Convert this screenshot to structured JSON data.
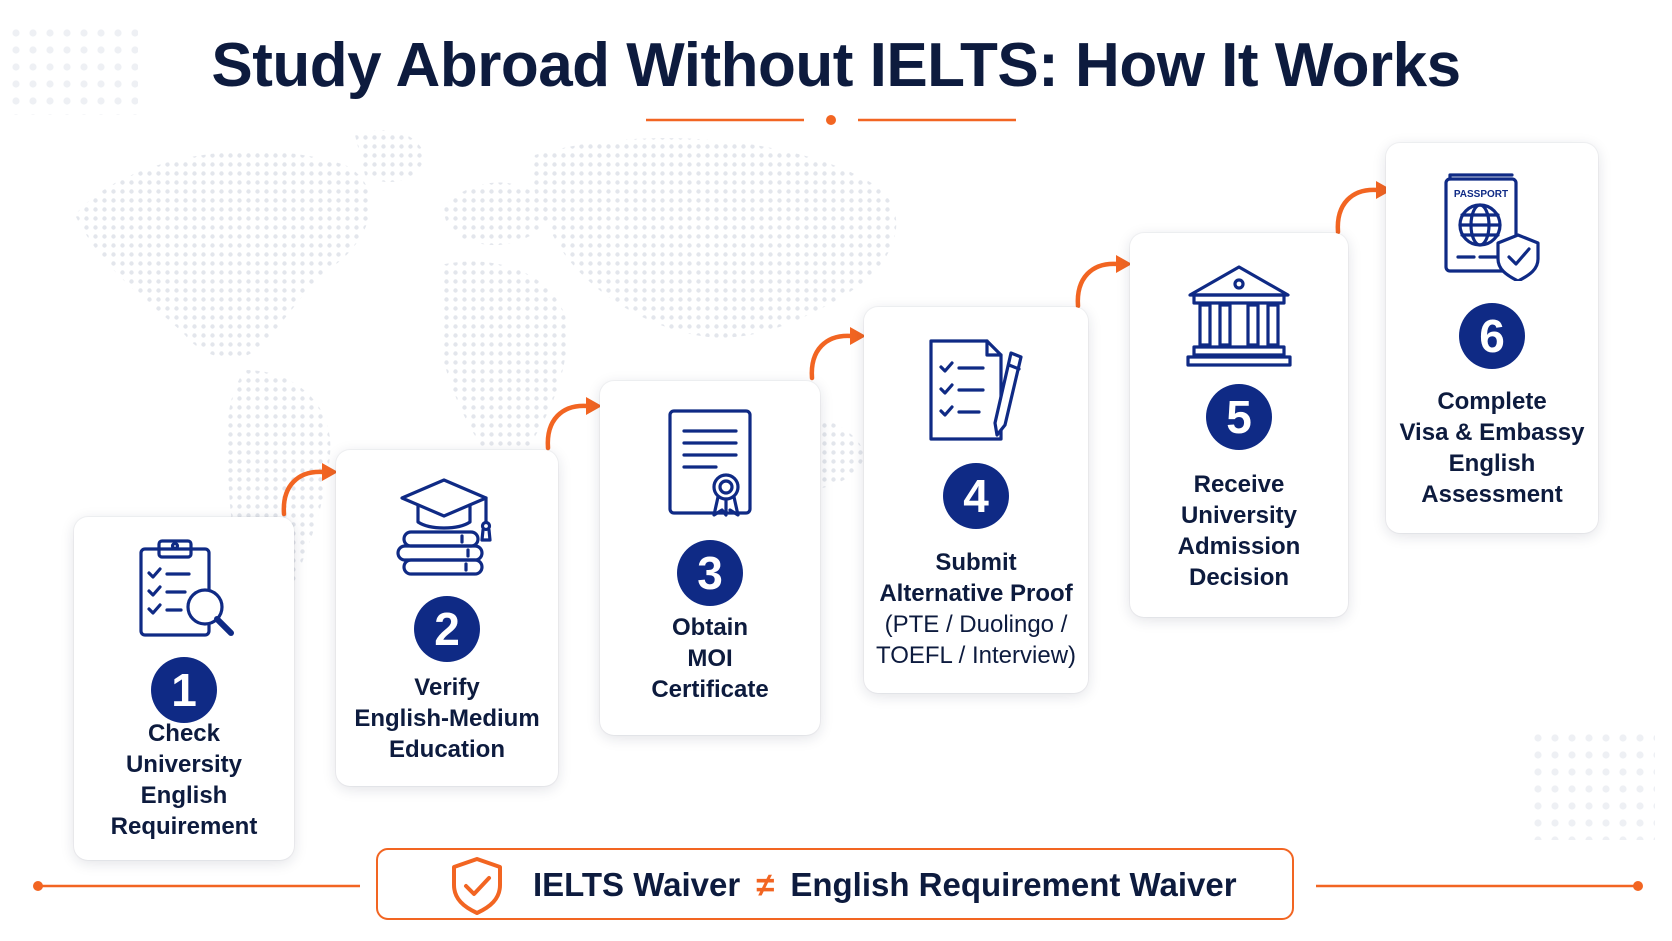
{
  "title": "Study Abroad Without IELTS: How It Works",
  "colors": {
    "navy": "#0f2a85",
    "text": "#0d1b3e",
    "accent": "#f26522"
  },
  "steps": [
    {
      "number": "1",
      "icon": "clipboard-search-icon",
      "label": "Check\nUniversity\nEnglish\nRequirement",
      "sublabel": ""
    },
    {
      "number": "2",
      "icon": "graduation-cap-books-icon",
      "label": "Verify\nEnglish-Medium\nEducation",
      "sublabel": ""
    },
    {
      "number": "3",
      "icon": "certificate-icon",
      "label": "Obtain\nMOI\nCertificate",
      "sublabel": ""
    },
    {
      "number": "4",
      "icon": "checklist-pen-icon",
      "label": "Submit\nAlternative Proof",
      "sublabel": "(PTE / Duolingo /\nTOEFL / Interview)"
    },
    {
      "number": "5",
      "icon": "university-building-icon",
      "label": "Receive\nUniversity\nAdmission\nDecision",
      "sublabel": ""
    },
    {
      "number": "6",
      "icon": "passport-shield-icon",
      "label": "Complete\nVisa & Embassy\nEnglish\nAssessment",
      "sublabel": ""
    }
  ],
  "passport_text": "PASSPORT",
  "footer": {
    "left": "IELTS Waiver",
    "symbol": "≠",
    "right": "English Requirement Waiver",
    "icon": "shield-check-icon"
  }
}
